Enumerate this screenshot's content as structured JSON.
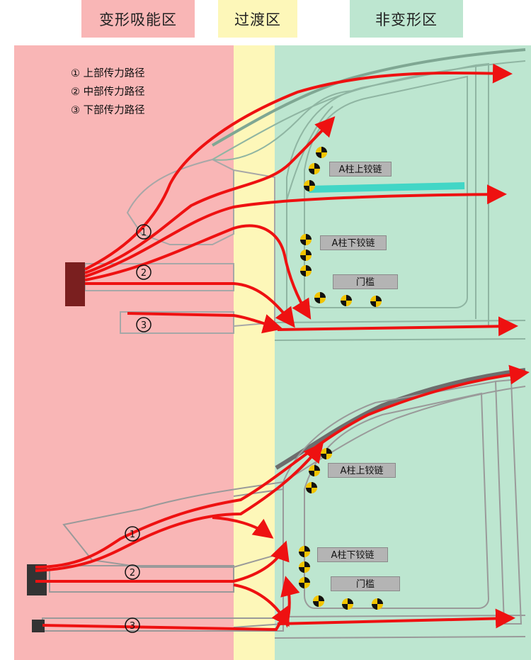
{
  "zones": {
    "deform": {
      "label": "变形吸能区",
      "color": "#f9b6b6"
    },
    "transition": {
      "label": "过渡区",
      "color": "#fdf7b9"
    },
    "nondeform": {
      "label": "非变形区",
      "color": "#bde6d0"
    }
  },
  "legend": {
    "item1": "① 上部传力路径",
    "item2": "② 中部传力路径",
    "item3": "③ 下部传力路径"
  },
  "markers": {
    "n1": "1",
    "n2": "2",
    "n3": "3"
  },
  "top_labels": {
    "upper_hinge": "A柱上铰链",
    "lower_hinge": "A柱下铰链",
    "sill": "门槛"
  },
  "bottom_labels": {
    "upper_hinge": "A柱上铰链",
    "lower_hinge": "A柱下铰链",
    "sill": "门槛"
  },
  "colors": {
    "arrow": "#ee1111",
    "structure_top": "#8fb5a2",
    "structure_bottom": "#9a9a9a",
    "beam": "#42d6c6",
    "dummy_yellow": "#f2c400",
    "dummy_black": "#111111"
  }
}
